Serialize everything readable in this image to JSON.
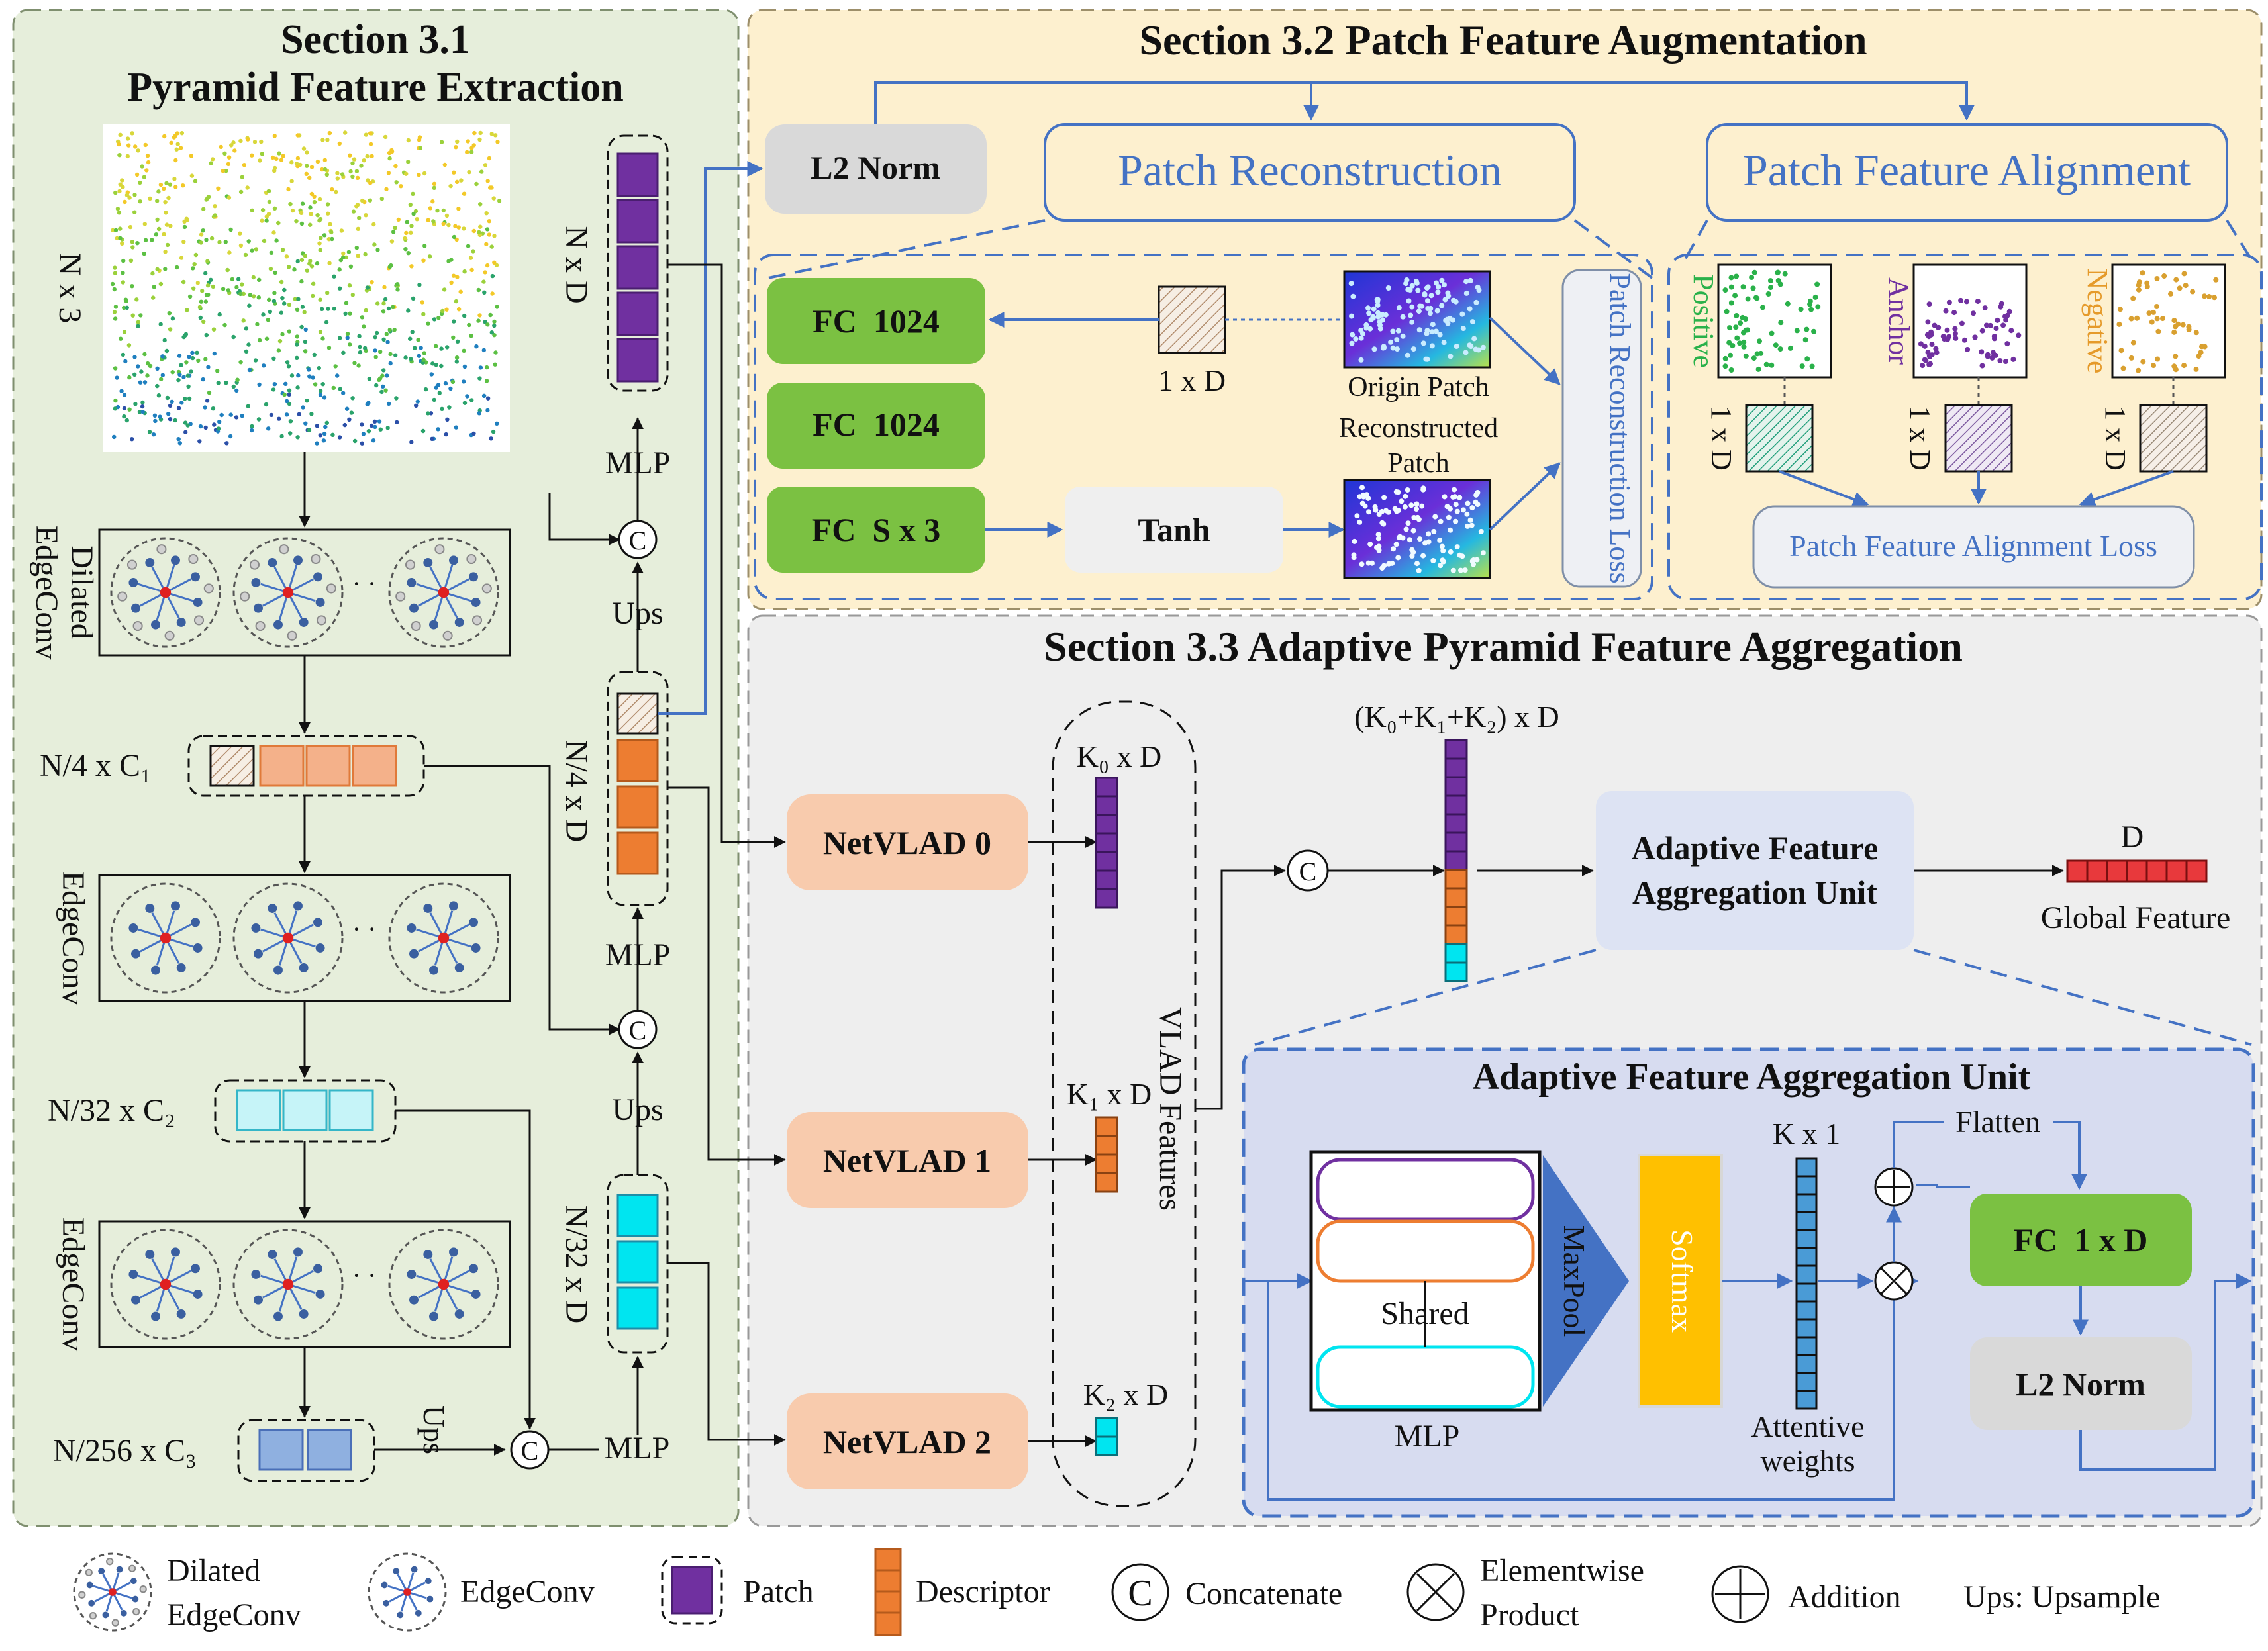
{
  "sections": {
    "s31_title_1": "Section 3.1",
    "s31_title_2": "Pyramid Feature Extraction",
    "s32_title": "Section 3.2 Patch Feature Augmentation",
    "s33_title": "Section 3.3 Adaptive Pyramid Feature Aggregation"
  },
  "extraction": {
    "input_dim": "N x 3",
    "dilated_edgeconv_1": "Dilated",
    "dilated_edgeconv_2": "EdgeConv",
    "edgeconv": "EdgeConv",
    "level1": "N/4 x C₁",
    "level2": "N/32 x C₂",
    "level3": "N/256 x C₃",
    "mlp": "MLP",
    "ups": "Ups",
    "concat_symbol": "C",
    "feat_nd": "N x D",
    "feat_n4d": "N/4 x D",
    "feat_n32d": "N/32 x D"
  },
  "augmentation": {
    "l2norm": "L2 Norm",
    "patch_reconstruction": "Patch Reconstruction",
    "patch_feature_alignment": "Patch Feature Alignment",
    "fc1": "FC  1024",
    "fc2": "FC  1024",
    "fc3": "FC  S x 3",
    "tanh": "Tanh",
    "dim_1xd": "1 x D",
    "origin_patch": "Origin Patch",
    "reconstructed_1": "Reconstructed",
    "reconstructed_2": "Patch",
    "recon_loss": "Patch Reconstruction Loss",
    "positive": "Positive",
    "anchor": "Anchor",
    "negative": "Negative",
    "align_loss": "Patch Feature Alignment Loss"
  },
  "aggregation": {
    "netvlad0": "NetVLAD 0",
    "netvlad1": "NetVLAD 1",
    "netvlad2": "NetVLAD 2",
    "k0d": "K₀ x D",
    "k1d": "K₁ x D",
    "k2d": "K₂ x D",
    "vlad_features": "VLAD Features",
    "concat_dim": "(K₀+K₁+K₂) x D",
    "afau_1": "Adaptive Feature",
    "afau_2": "Aggregation Unit",
    "global_dim": "D",
    "global_feature": "Global Feature",
    "unit_title": "Adaptive Feature Aggregation Unit",
    "shared": "Shared",
    "mlp": "MLP",
    "maxpool": "MaxPool",
    "softmax": "Softmax",
    "kx1": "K x 1",
    "attentive_1": "Attentive",
    "attentive_2": "weights",
    "flatten": "Flatten",
    "fc1xd": "FC  1 x D",
    "l2norm": "L2 Norm"
  },
  "legend": {
    "dilated_1": "Dilated",
    "dilated_2": "EdgeConv",
    "edgeconv": "EdgeConv",
    "patch": "Patch",
    "descriptor": "Descriptor",
    "concatenate": "Concatenate",
    "elementwise_1": "Elementwise",
    "elementwise_2": "Product",
    "addition": "Addition",
    "ups": "Ups: Upsample"
  },
  "colors": {
    "section1_bg": "#e6eedb",
    "section2_bg": "#fdf0cf",
    "section3_bg": "#eeeeee",
    "unit_bg": "#d7dcf0",
    "arrow_blue": "#4472c4",
    "patch_purple": "#7030a0",
    "descriptor_orange": "#ed7d31",
    "cyan": "#00e5f0",
    "fc_green": "#7bc142",
    "netvlad": "#f8cbad",
    "softmax_gold": "#ffc000",
    "global_red": "#e8393c"
  }
}
